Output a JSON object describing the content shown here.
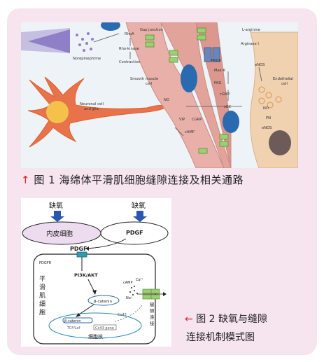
{
  "figure1": {
    "caption": "图 1 海绵体平滑肌细胞缝隙连接及相关通路",
    "caption_arrow": "↑",
    "labels": {
      "gap_junction": "Gap junction",
      "rhoa": "RhoA",
      "rho_kinase": "Rho-kinase",
      "contraction": "Contraction",
      "norepinephrine": "Norepinephrine",
      "smooth_muscle_cell": "Smooth muscle",
      "smooth_muscle_cell2": "cell",
      "neuronal_cell": "Neuronal cell",
      "neuronal_cell2": "and glia",
      "no": "NO",
      "vip": "VIP",
      "cgrp": "CGRP",
      "camp": "cAMP",
      "cgmp": "cGMP",
      "sgc": "sGC",
      "pkg": "PKG",
      "pkgii": "PKGII",
      "maxik": "Max-K",
      "l_arginine": "L-arginine",
      "arginase": "Arginase I",
      "enos": "eNOS",
      "endothelial": "Endothelial",
      "endothelial2": "cell",
      "no2": "NO",
      "pn": "PN",
      "enos2": "eNOS"
    }
  },
  "figure2": {
    "caption_arrow": "←",
    "caption_line1": "图 2 缺氧与缝隙",
    "caption_line2": "连接机制模式图",
    "labels": {
      "hypoxia_left": "缺氧",
      "hypoxia_right": "缺氧",
      "endothelial_cell": "内皮细胞",
      "pdgf_top": "PDGF",
      "pdgf_receptor_label": "PDGF",
      "pdgfr": "PDGFR",
      "smooth_muscle_v1": "平",
      "smooth_muscle_v2": "滑",
      "smooth_muscle_v3": "肌",
      "smooth_muscle_v4": "细",
      "smooth_muscle_v5": "胞",
      "pi3k_akt": "PI3K/AKT",
      "beta_catenin_mid": "β-catenin",
      "beta_catenin_nuc": "β-catenin",
      "tcf_lef": "TCF/Lef",
      "cx43_gene": "Cx43 gene",
      "cx43": "Cx43",
      "camp": "cAMP",
      "ca": "Ca²⁺",
      "na": "Na⁺",
      "gap_v1": "缝",
      "gap_v2": "隙",
      "gap_v3": "连",
      "gap_v4": "接",
      "nucleus": "细胞核"
    }
  },
  "colors": {
    "card_bg": "#f6e4ee",
    "accent_red": "#e0242a",
    "smooth_muscle": "#e8b0a8",
    "neuron": "#e8734a",
    "nucleus_blue": "#2a6ab0",
    "fig1_bg": "#eef3f8",
    "endothelial_ellipse": "#eddcf0"
  }
}
